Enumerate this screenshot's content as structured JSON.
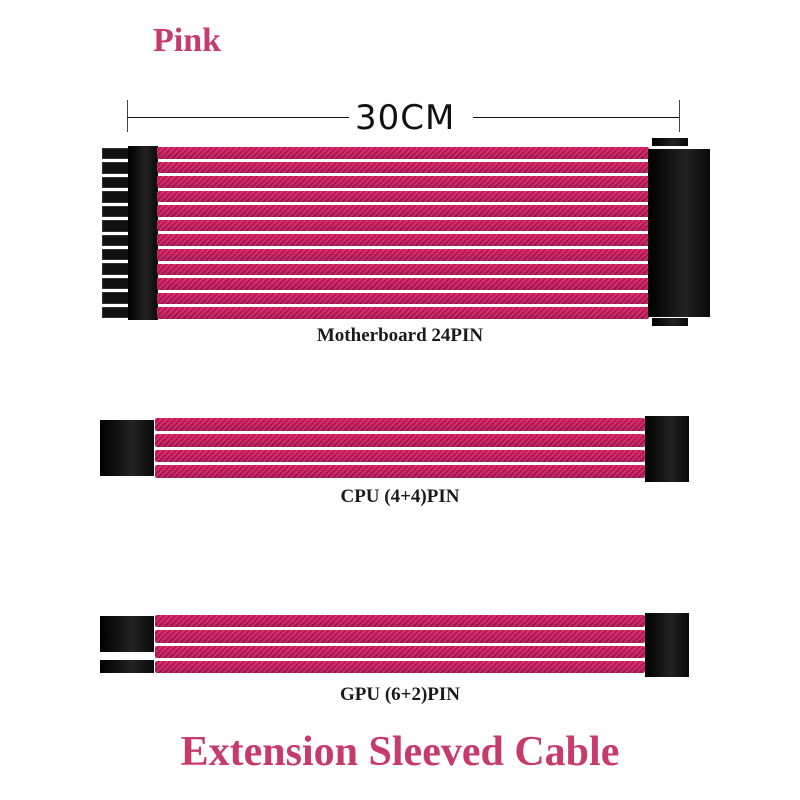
{
  "color_title": "Pink",
  "dimension": {
    "label": "30CM"
  },
  "cables": [
    {
      "label": "Motherboard 24PIN",
      "wire_count": 12,
      "wire_color": "#c2185b"
    },
    {
      "label": "CPU (4+4)PIN",
      "wire_count": 4,
      "wire_color": "#c2185b"
    },
    {
      "label": "GPU (6+2)PIN",
      "wire_count": 4,
      "wire_color": "#c2185b"
    }
  ],
  "main_title": "Extension Sleeved Cable",
  "colors": {
    "accent": "#c63a6c",
    "connector": "#0d0d0d",
    "sleeve": "#c2185b"
  }
}
